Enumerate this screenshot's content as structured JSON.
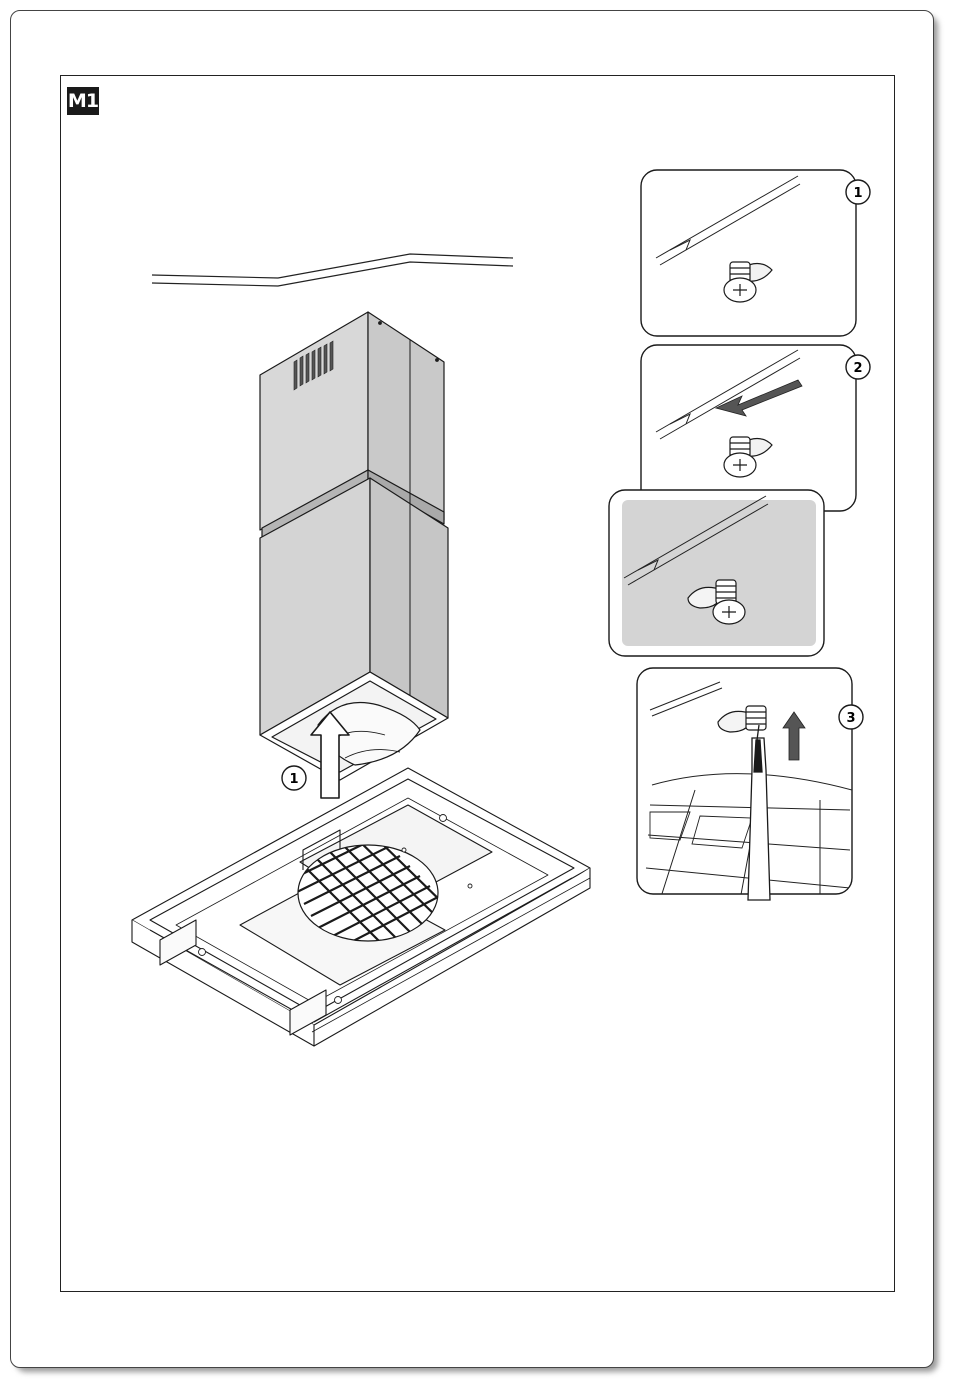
{
  "figure": {
    "label": "M1"
  },
  "steps": {
    "main_callout": "1",
    "panel_1": "1",
    "panel_2": "2",
    "panel_3": "3"
  },
  "colors": {
    "chimney": "#d2d2d2",
    "panel_gray": "#d4d4d4",
    "line": "#1a1a1a"
  }
}
